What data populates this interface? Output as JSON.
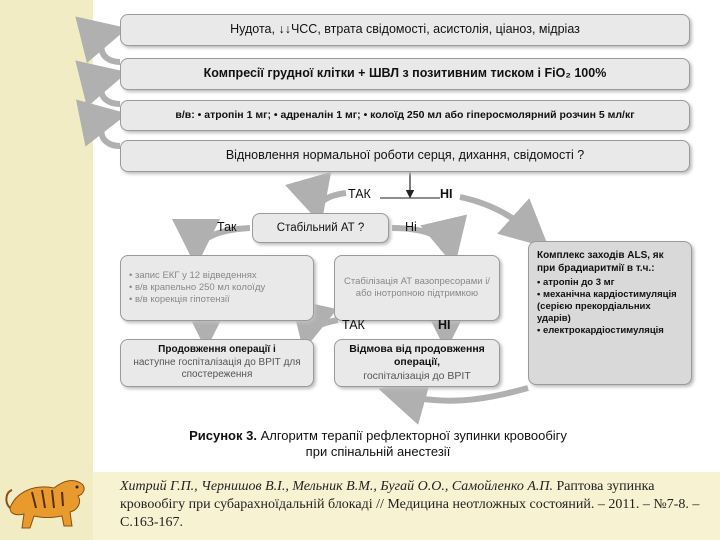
{
  "flowchart": {
    "box_symptoms": "Нудота, ↓↓ЧСС, втрата свідомості, асистолія, ціаноз, мідріаз",
    "box_compression": "Компресії грудної клітки + ШВЛ з позитивним тиском і FiO₂ 100%",
    "box_drugs": "в/в: • атропін 1 мг; • адреналін 1 мг; • колоїд 250 мл або гіперосмолярний розчин 5 мл/кг",
    "box_recovery": "Відновлення нормальної роботи серця, дихання, свідомості ?",
    "label_yes_1": "ТАК",
    "label_no_1": "НІ",
    "box_stable_bp": "Стабільний АТ ?",
    "label_yes_2": "Так",
    "label_no_2": "Ні",
    "box_infusion_items": [
      "• запис ЕКГ у 12 відведеннях",
      "• в/в крапельно 250 мл колоїду",
      "• в/в корекція гіпотензії"
    ],
    "box_stabilize": "Стабілізація АТ вазопресорами і/або інотропною підтримкою",
    "box_als_title": "Комплекс заходів ALS, як при брадиаритмії в т.ч.:",
    "box_als_items": [
      "• атропін до 3 мг",
      "• механічна кардіостимуляція (серією прекордіальних ударів)",
      "• електрокардіостимуляція"
    ],
    "label_yes_3": "ТАК",
    "label_no_3": "НІ",
    "box_continue_title": "Продовження операції і",
    "box_continue_sub": "наступне госпіталізація до ВРІТ для спостереження",
    "box_refuse_title": "Відмова від продовження операції,",
    "box_refuse_sub": "госпіталізація до ВРІТ"
  },
  "caption": {
    "label": "Рисунок 3.",
    "text": "Алгоритм терапії рефлекторної зупинки кровообігу при спінальній анестезії"
  },
  "reference": {
    "authors": "Хитрий Г.П., Чернишов В.І., Мельник В.М., Бугай О.О., Самойленко А.П.",
    "text": "Раптова зупинка кровообігу при субарахноїдальній блокаді // Медицина неотложных состояний. – 2011. – №7-8. – С.163-167."
  },
  "colors": {
    "background": "#f6f2d2",
    "box_fill": "#e9e9e9",
    "arrow": "#b0b0b0"
  }
}
